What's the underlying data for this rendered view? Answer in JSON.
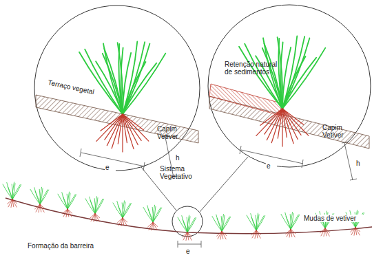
{
  "diagram": {
    "labels": [
      "Terraço vegetal",
      "Capim Vetiver",
      "e",
      "h",
      "Retenção natural de sedimentos",
      "Capim Vetiver",
      "e",
      "h",
      "Sistema Vegetativo",
      "Formação da barreira",
      "Mudas de vetiver",
      "e"
    ]
  }
}
